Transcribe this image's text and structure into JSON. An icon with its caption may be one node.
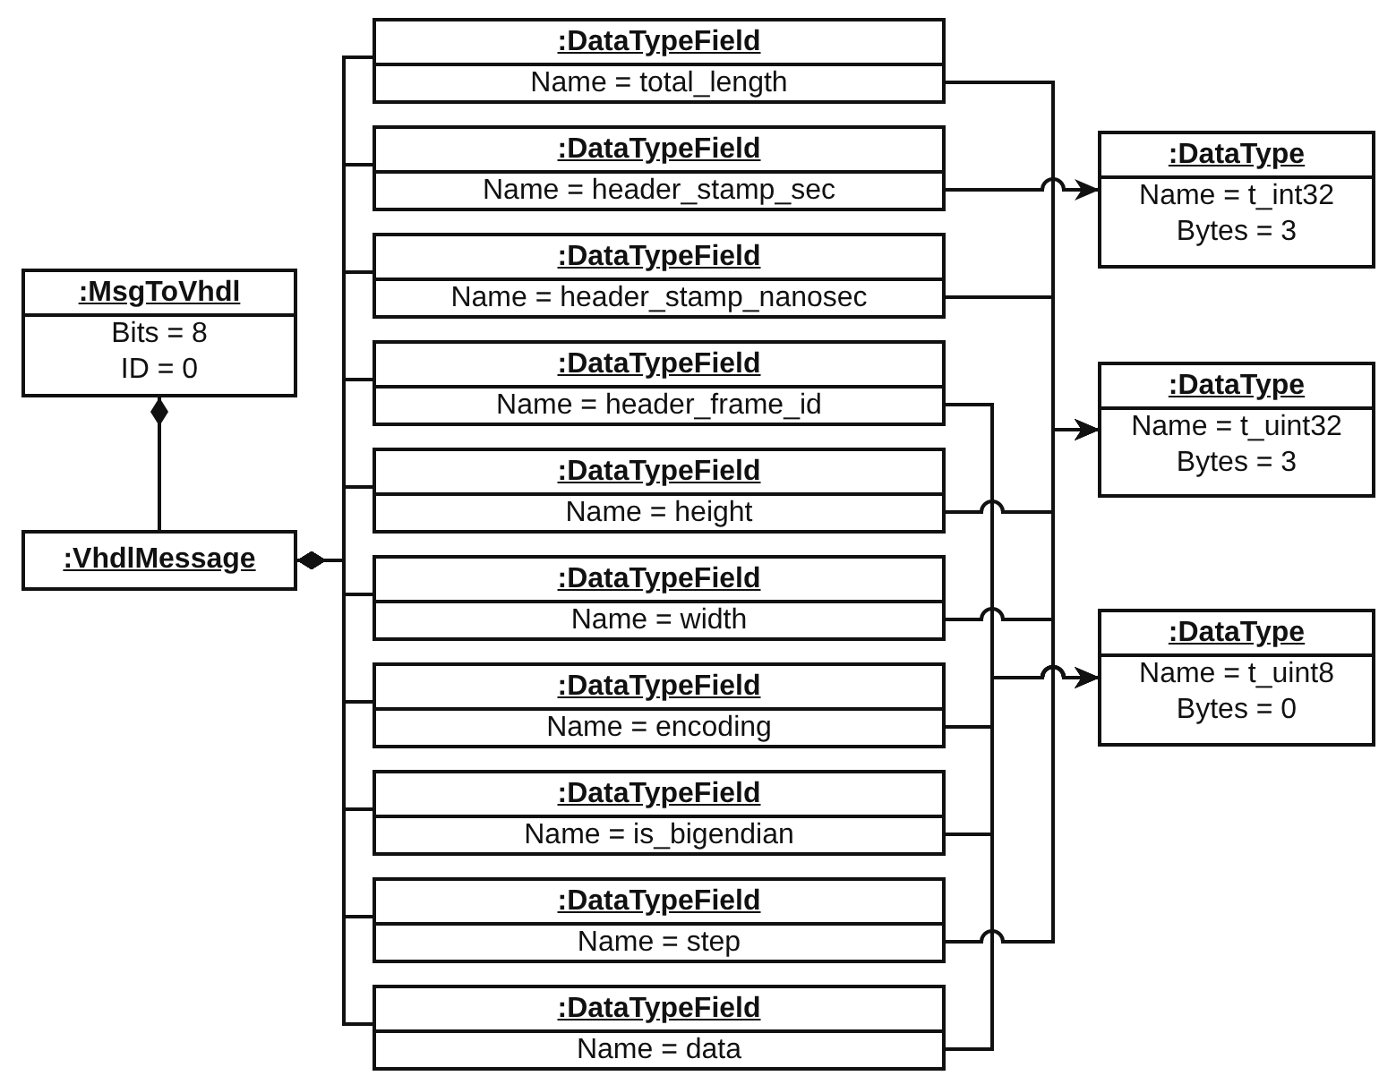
{
  "diagram": {
    "nodes": [
      {
        "text": [
          ":MsgToVhdl",
          "Bits = 8",
          "ID = 0"
        ]
      },
      {
        "text": [
          ":VhdlMessage"
        ]
      },
      {
        "text": [
          ":DataTypeField",
          "Name = total_length"
        ]
      },
      {
        "text": [
          ":DataTypeField",
          "Name = header_stamp_sec"
        ]
      },
      {
        "text": [
          ":DataTypeField",
          "Name = header_stamp_nanosec"
        ]
      },
      {
        "text": [
          ":DataTypeField",
          "Name = header_frame_id"
        ]
      },
      {
        "text": [
          ":DataTypeField",
          "Name = height"
        ]
      },
      {
        "text": [
          ":DataTypeField",
          "Name = width"
        ]
      },
      {
        "text": [
          ":DataTypeField",
          "Name = encoding"
        ]
      },
      {
        "text": [
          ":DataTypeField",
          "Name = is_bigendian"
        ]
      },
      {
        "text": [
          ":DataTypeField",
          "Name = step"
        ]
      },
      {
        "text": [
          ":DataTypeField",
          "Name = data"
        ]
      },
      {
        "text": [
          ":DataType",
          "Name = t_int32",
          "Bytes = 3"
        ]
      },
      {
        "text": [
          ":DataType",
          "Name = t_uint32",
          "Bytes = 3"
        ]
      },
      {
        "text": [
          ":DataType",
          "Name = t_uint8",
          "Bytes = 0"
        ]
      }
    ],
    "edges": [
      {
        "from": 1,
        "to": 0,
        "arrow": "other"
      },
      {
        "from": 2,
        "to": 1,
        "arrow": "other"
      },
      {
        "from": 3,
        "to": 1,
        "arrow": "other"
      },
      {
        "from": 4,
        "to": 1,
        "arrow": "other"
      },
      {
        "from": 5,
        "to": 1,
        "arrow": "other"
      },
      {
        "from": 6,
        "to": 1,
        "arrow": "other"
      },
      {
        "from": 7,
        "to": 1,
        "arrow": "other"
      },
      {
        "from": 8,
        "to": 1,
        "arrow": "other"
      },
      {
        "from": 9,
        "to": 1,
        "arrow": "other"
      },
      {
        "from": 10,
        "to": 1,
        "arrow": "other"
      },
      {
        "from": 11,
        "to": 1,
        "arrow": "other"
      },
      {
        "from": 2,
        "to": 13,
        "arrow": "to"
      },
      {
        "from": 3,
        "to": 12,
        "arrow": "to"
      },
      {
        "from": 4,
        "to": 13,
        "arrow": "to"
      },
      {
        "from": 5,
        "to": 14,
        "arrow": "to"
      },
      {
        "from": 6,
        "to": 13,
        "arrow": "to"
      },
      {
        "from": 7,
        "to": 13,
        "arrow": "to"
      },
      {
        "from": 8,
        "to": 14,
        "arrow": "to"
      },
      {
        "from": 9,
        "to": 14,
        "arrow": "to"
      },
      {
        "from": 10,
        "to": 13,
        "arrow": "to"
      },
      {
        "from": 11,
        "to": 14,
        "arrow": "to"
      }
    ]
  }
}
